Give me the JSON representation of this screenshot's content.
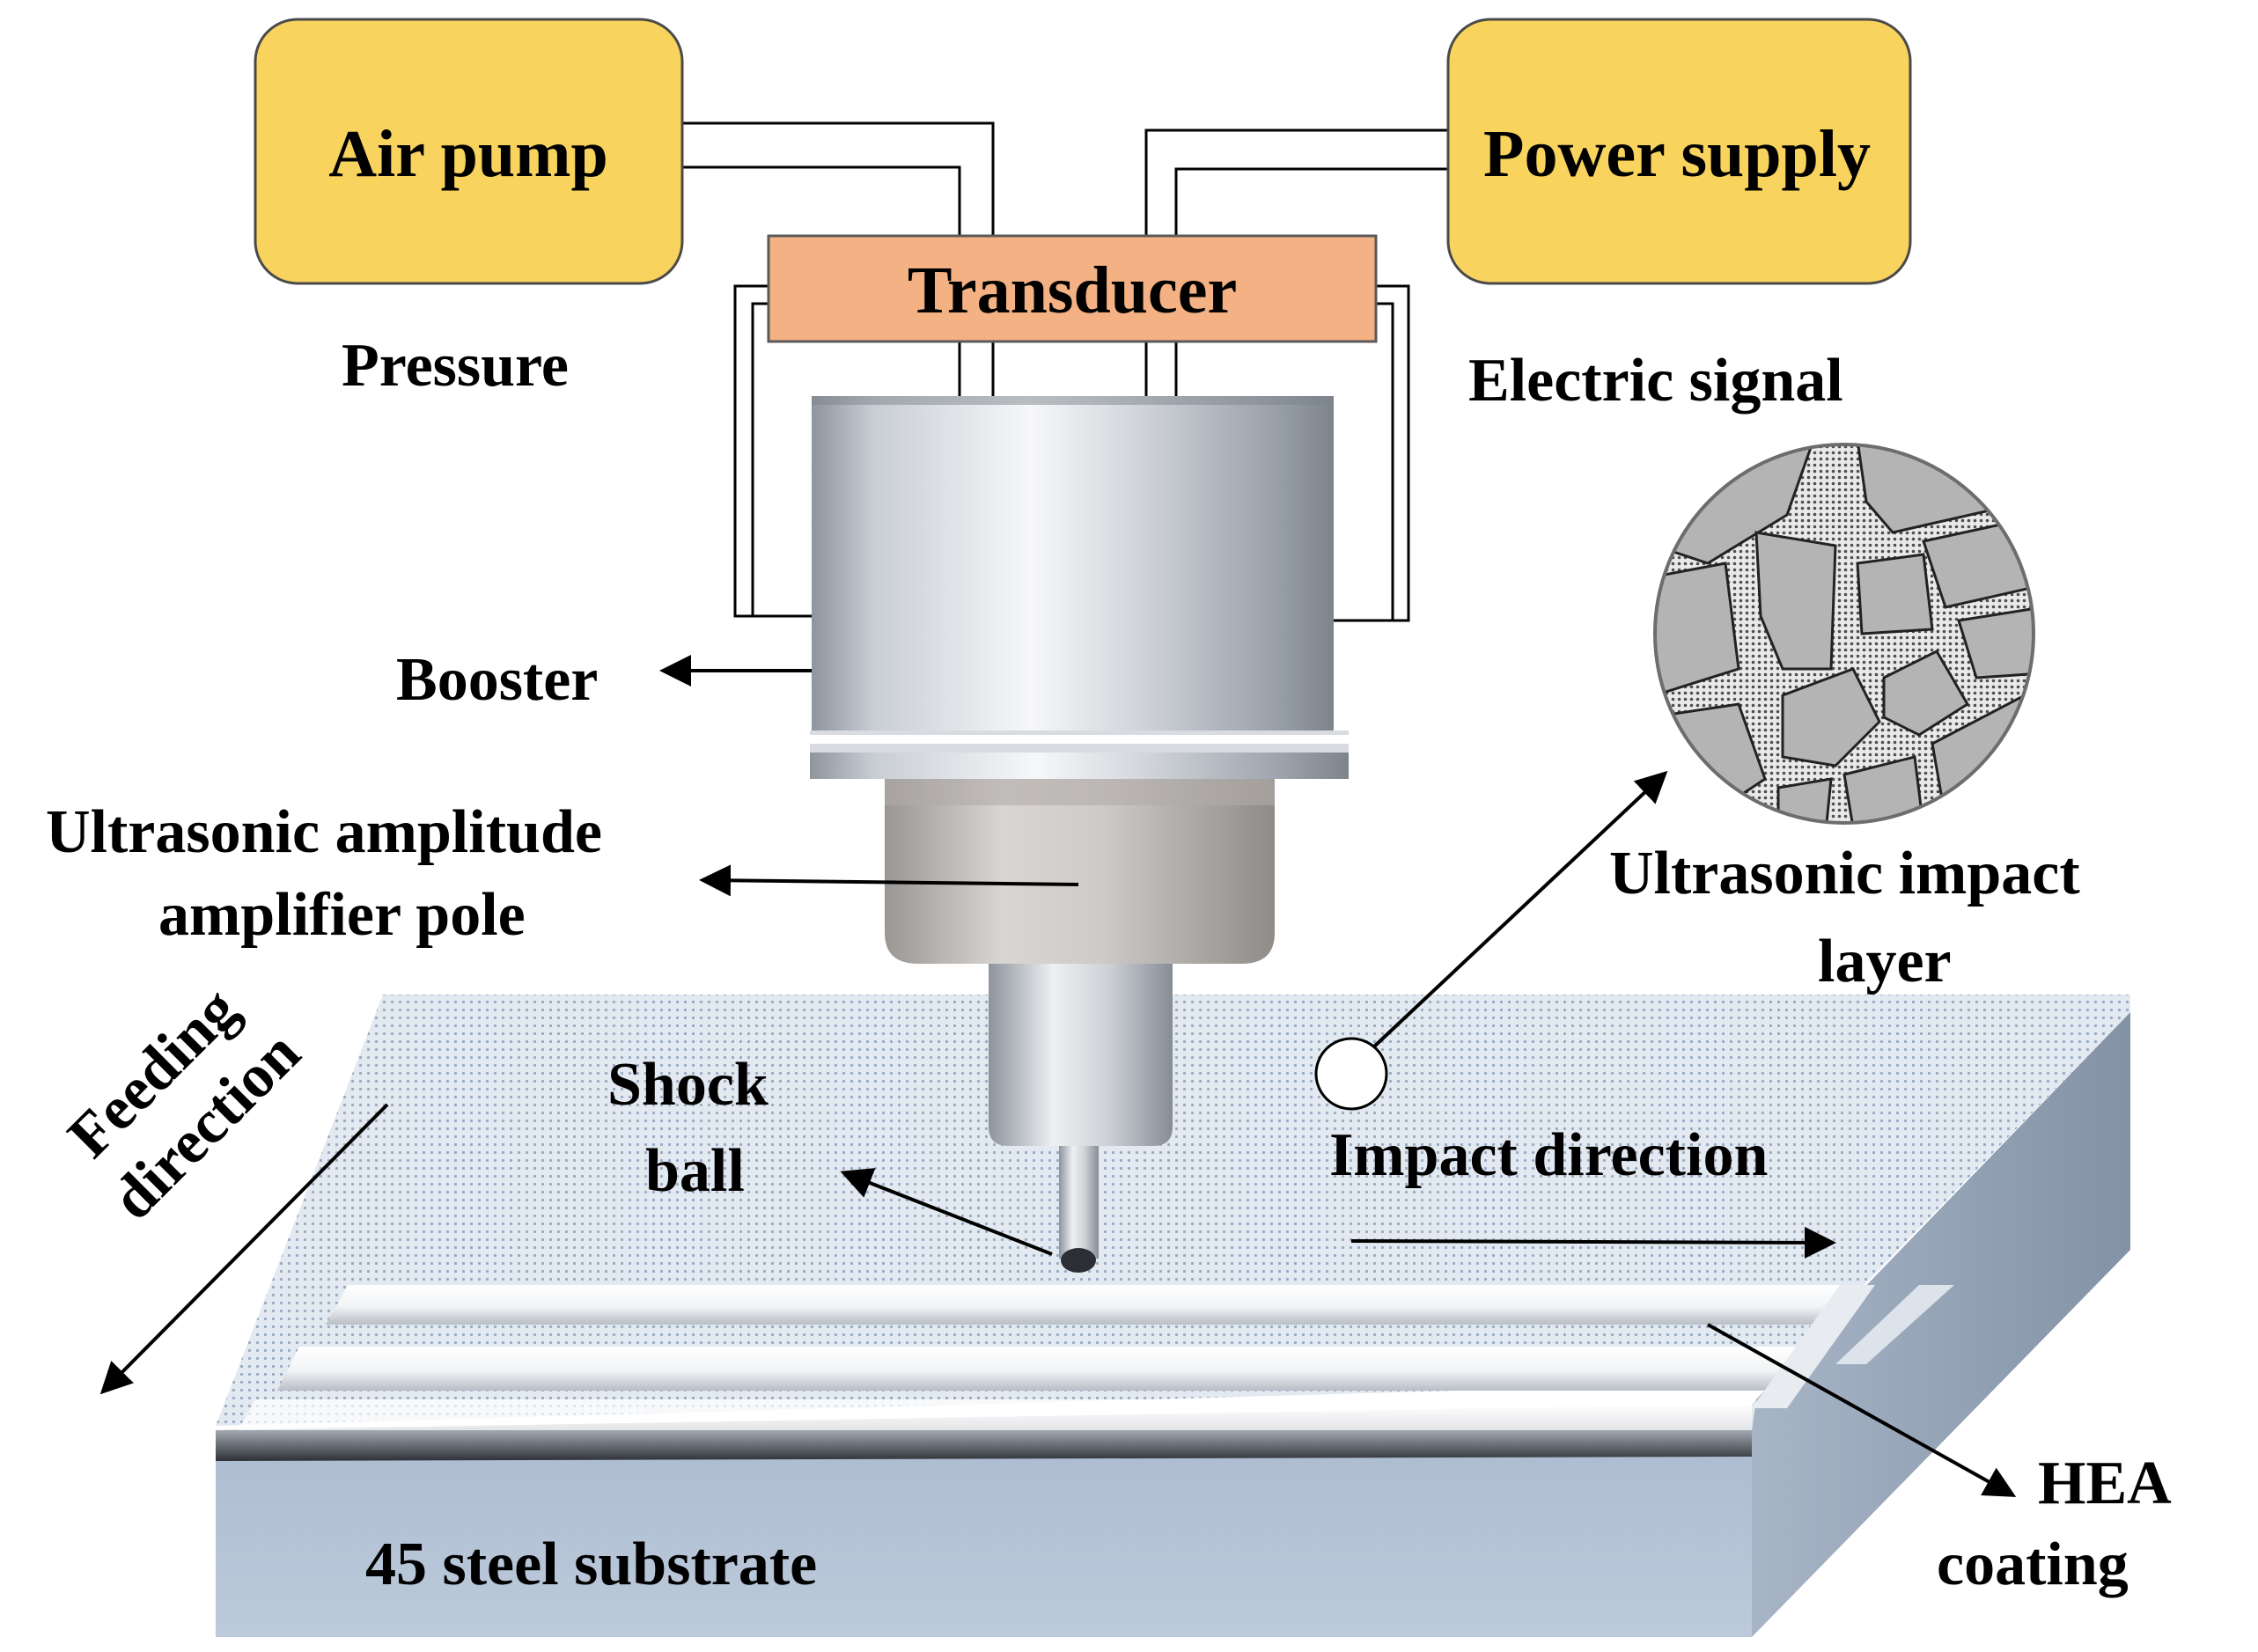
{
  "labels": {
    "air_pump": "Air pump",
    "power_supply": "Power supply",
    "transducer": "Transducer",
    "pressure": "Pressure",
    "electric_signal": "Electric signal",
    "booster": "Booster",
    "amplifier_line1": "Ultrasonic amplitude",
    "amplifier_line2": "amplifier pole",
    "shock_ball_line1": "Shock",
    "shock_ball_line2": "ball",
    "impact_layer_line1": "Ultrasonic impact",
    "impact_layer_line2": "layer",
    "impact_direction": "Impact direction",
    "feeding_line1": "Feeding",
    "feeding_line2": "direction",
    "hea_line1": "HEA",
    "hea_line2": "coating",
    "substrate": "45 steel substrate"
  },
  "colors": {
    "box_fill": "#f8d35e",
    "box_stroke": "#4a4a4a",
    "transducer_fill": "#f4b183",
    "substrate_front": "#b4c3d6",
    "substrate_side": "#97a6b8",
    "coating_top": "#dfe6ee"
  }
}
